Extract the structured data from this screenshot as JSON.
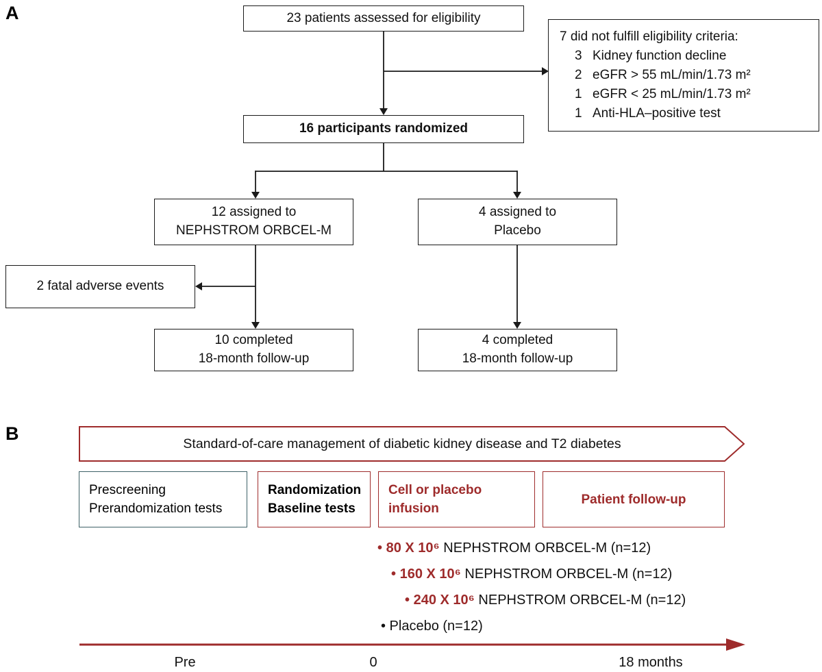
{
  "colors": {
    "accent_red": "#9e2b2b",
    "teal_border": "#3d6066",
    "line_black": "#1a1a1a"
  },
  "panelA": {
    "label": "A",
    "eligibility_box": "23 patients assessed for eligibility",
    "exclusion_box": {
      "header": "7 did not fulfill eligibility criteria:",
      "items": [
        {
          "count": "3",
          "text": "Kidney function decline"
        },
        {
          "count": "2",
          "text": "eGFR > 55 mL/min/1.73 m²"
        },
        {
          "count": "1",
          "text": "eGFR < 25 mL/min/1.73 m²"
        },
        {
          "count": "1",
          "text": "Anti-HLA–positive test"
        }
      ]
    },
    "randomized_box": "16 participants randomized",
    "treatment_box": {
      "line1": "12 assigned to",
      "line2": "NEPHSTROM ORBCEL-M"
    },
    "placebo_box": {
      "line1": "4 assigned to",
      "line2": "Placebo"
    },
    "fatal_box": "2 fatal adverse events",
    "treatment_completed_box": {
      "line1": "10 completed",
      "line2": "18-month follow-up"
    },
    "placebo_completed_box": {
      "line1": "4 completed",
      "line2": "18-month follow-up"
    }
  },
  "panelB": {
    "label": "B",
    "banner": "Standard-of-care management of diabetic kidney disease and T2 diabetes",
    "phase_boxes": [
      {
        "line1": "Prescreening",
        "line2": "Prerandomization tests"
      },
      {
        "line1": "Randomization",
        "line2": "Baseline tests"
      },
      {
        "line1": "Cell or placebo",
        "line2": "infusion"
      },
      {
        "line1": "Patient follow-up"
      }
    ],
    "doses": [
      {
        "bullet": "•",
        "dose": "80 X 10⁶",
        "rest": "NEPHSTROM ORBCEL-M (n=12)"
      },
      {
        "bullet": "•",
        "dose": "160 X 10⁶",
        "rest": "NEPHSTROM ORBCEL-M (n=12)"
      },
      {
        "bullet": "•",
        "dose": "240 X 10⁶",
        "rest": "NEPHSTROM ORBCEL-M (n=12)"
      }
    ],
    "placebo_item": "• Placebo (n=12)",
    "timeline_labels": [
      "Pre",
      "0",
      "18 months"
    ]
  }
}
